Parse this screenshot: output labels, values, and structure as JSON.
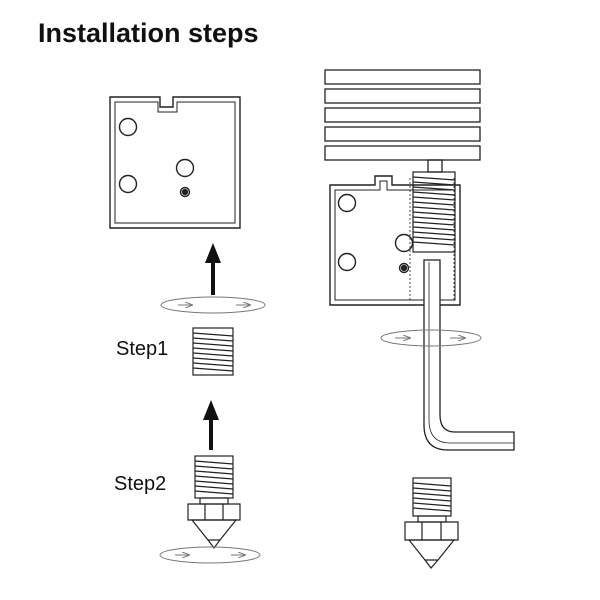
{
  "title": "Installation steps",
  "steps": [
    {
      "label": "Step1"
    },
    {
      "label": "Step2"
    }
  ],
  "colors": {
    "line": "#222222",
    "arrow": "#111111",
    "rotation": "#777777",
    "background": "#ffffff"
  },
  "icons": {
    "arrow": "up-arrow-icon",
    "rotation": "rotation-arrow-icon"
  }
}
